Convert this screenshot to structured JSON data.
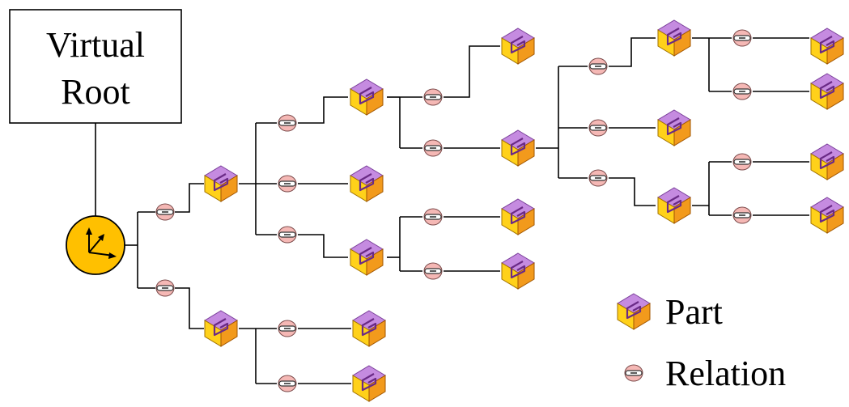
{
  "root": {
    "line1": "Virtual",
    "line2": "Root"
  },
  "legend": {
    "part_label": "Part",
    "relation_label": "Relation"
  },
  "icons": {
    "part": "part-icon",
    "relation": "relation-icon",
    "origin": "coordinate-axes-icon"
  },
  "colors": {
    "origin_fill": "#ffc000",
    "part_top": "#c58be0",
    "part_front": "#ffd11a",
    "part_side": "#f29a1c",
    "relation_fill": "#f5b8b5"
  }
}
